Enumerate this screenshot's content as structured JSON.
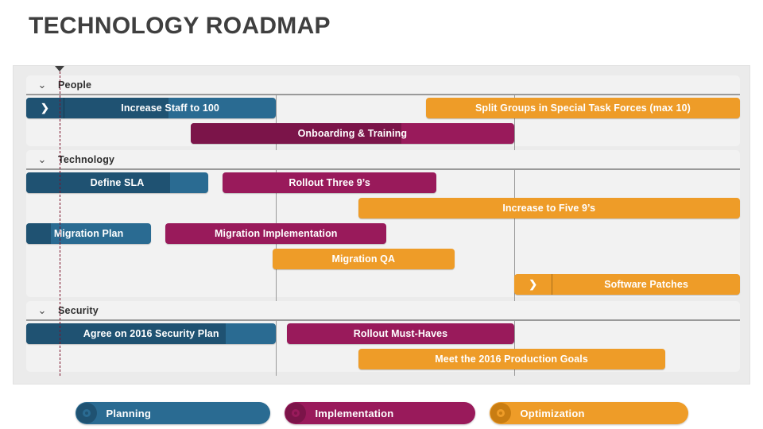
{
  "title": "TECHNOLOGY ROADMAP",
  "colors": {
    "planning": "#2a6b92",
    "planning_dark": "#1f5272",
    "implementation": "#991a5b",
    "implementation_dark": "#7b1449",
    "optimization": "#ee9c28",
    "optimization_dark": "#dd8b1b",
    "panel_bg": "#ebebeb",
    "track_bg": "#f2f2f2",
    "gridline": "#9a9a9a",
    "today_line": "#7a1028",
    "title_text": "#3f3f3f"
  },
  "chart_data": {
    "type": "bar",
    "title": "TECHNOLOGY ROADMAP",
    "xlabel": "",
    "ylabel": "",
    "grid": true,
    "gridline_positions_pct": [
      35.0,
      68.4
    ],
    "today_marker_pct": 4.7,
    "legend_position": "bottom",
    "groups": [
      {
        "name": "People",
        "expanded": true,
        "chevron": "chevron-down-icon",
        "tasks": [
          {
            "label": "Increase Staff to 100",
            "category": "Planning",
            "color": "#2a6b92",
            "start_pct": 0.0,
            "end_pct": 35.0,
            "progress_pct": 57,
            "has_handle": true,
            "handle_icon": "arrow-right-icon",
            "row": 0
          },
          {
            "label": "Split Groups in Special Task Forces (max 10)",
            "category": "Optimization",
            "color": "#ee9c28",
            "start_pct": 56.0,
            "end_pct": 100.0,
            "progress_pct": 0,
            "has_handle": false,
            "row": 0
          },
          {
            "label": "Onboarding & Training",
            "category": "Implementation",
            "color": "#991a5b",
            "start_pct": 23.0,
            "end_pct": 68.4,
            "progress_pct": 65,
            "has_handle": false,
            "row": 1
          }
        ]
      },
      {
        "name": "Technology",
        "expanded": true,
        "chevron": "chevron-down-icon",
        "tasks": [
          {
            "label": "Define SLA",
            "category": "Planning",
            "color": "#2a6b92",
            "start_pct": 0.0,
            "end_pct": 25.5,
            "progress_pct": 79,
            "has_handle": false,
            "row": 0
          },
          {
            "label": "Rollout Three 9’s",
            "category": "Implementation",
            "color": "#991a5b",
            "start_pct": 27.5,
            "end_pct": 57.5,
            "progress_pct": 0,
            "has_handle": false,
            "row": 0
          },
          {
            "label": "Increase to Five 9’s",
            "category": "Optimization",
            "color": "#ee9c28",
            "start_pct": 46.5,
            "end_pct": 100.0,
            "progress_pct": 0,
            "has_handle": false,
            "row": 1
          },
          {
            "label": "Migration Plan",
            "category": "Planning",
            "color": "#2a6b92",
            "start_pct": 0.0,
            "end_pct": 17.5,
            "progress_pct": 20,
            "has_handle": false,
            "row": 2
          },
          {
            "label": "Migration Implementation",
            "category": "Implementation",
            "color": "#991a5b",
            "start_pct": 19.5,
            "end_pct": 50.5,
            "progress_pct": 0,
            "has_handle": false,
            "row": 2
          },
          {
            "label": "Migration QA",
            "category": "Optimization",
            "color": "#ee9c28",
            "start_pct": 34.5,
            "end_pct": 60.0,
            "progress_pct": 0,
            "has_handle": false,
            "row": 3
          },
          {
            "label": "Software Patches",
            "category": "Optimization",
            "color": "#ee9c28",
            "start_pct": 68.4,
            "end_pct": 100.0,
            "progress_pct": 0,
            "has_handle": true,
            "handle_icon": "arrow-right-icon",
            "row": 4
          }
        ]
      },
      {
        "name": "Security",
        "expanded": true,
        "chevron": "chevron-down-icon",
        "tasks": [
          {
            "label": "Agree on 2016 Security Plan",
            "category": "Planning",
            "color": "#2a6b92",
            "start_pct": 0.0,
            "end_pct": 35.0,
            "progress_pct": 80,
            "has_handle": false,
            "row": 0
          },
          {
            "label": "Rollout Must-Haves",
            "category": "Implementation",
            "color": "#991a5b",
            "start_pct": 36.5,
            "end_pct": 68.4,
            "progress_pct": 0,
            "has_handle": false,
            "row": 0
          },
          {
            "label": "Meet the 2016 Production Goals",
            "category": "Optimization",
            "color": "#ee9c28",
            "start_pct": 46.5,
            "end_pct": 89.5,
            "progress_pct": 0,
            "has_handle": false,
            "row": 1
          }
        ]
      }
    ],
    "legend": [
      {
        "label": "Planning",
        "color": "#2a6b92",
        "badge_color": "#1f5272",
        "icon": "donut-icon"
      },
      {
        "label": "Implementation",
        "color": "#991a5b",
        "badge_color": "#7b1449",
        "icon": "donut-icon"
      },
      {
        "label": "Optimization",
        "color": "#ee9c28",
        "badge_color": "#c97d12",
        "icon": "donut-icon"
      }
    ]
  }
}
